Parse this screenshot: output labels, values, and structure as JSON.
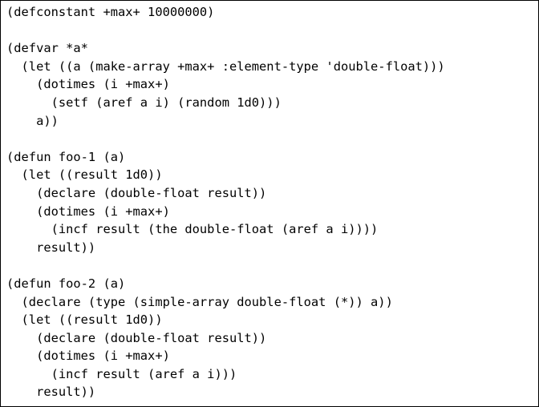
{
  "code": {
    "lines": [
      "(defconstant +max+ 10000000)",
      "",
      "(defvar *a*",
      "  (let ((a (make-array +max+ :element-type 'double-float)))",
      "    (dotimes (i +max+)",
      "      (setf (aref a i) (random 1d0)))",
      "    a))",
      "",
      "(defun foo-1 (a)",
      "  (let ((result 1d0))",
      "    (declare (double-float result))",
      "    (dotimes (i +max+)",
      "      (incf result (the double-float (aref a i))))",
      "    result))",
      "",
      "(defun foo-2 (a)",
      "  (declare (type (simple-array double-float (*)) a))",
      "  (let ((result 1d0))",
      "    (declare (double-float result))",
      "    (dotimes (i +max+)",
      "      (incf result (aref a i)))",
      "    result))"
    ]
  }
}
